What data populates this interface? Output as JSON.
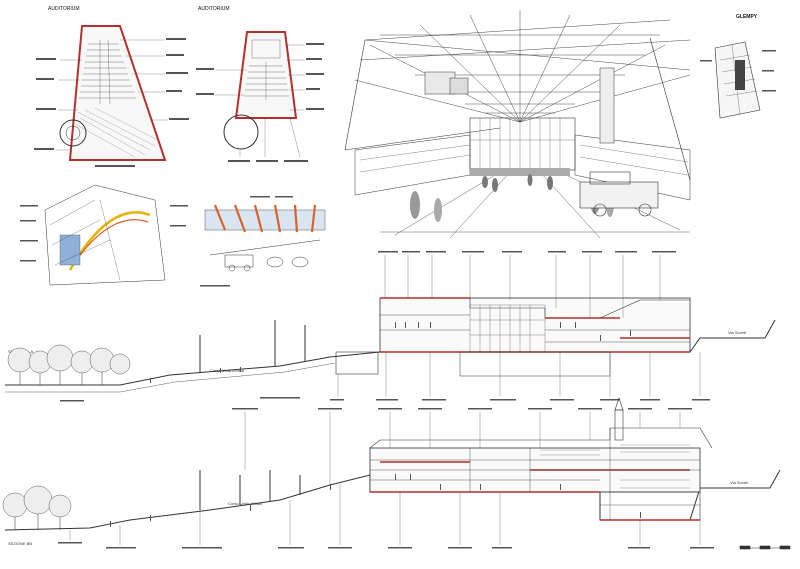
{
  "sheet": {
    "brand": "GLEMPY",
    "section_a": "SEZIONE A-A",
    "section_b": "SEZIONE BB",
    "plan_top_left_title": "AUDITORIUM",
    "plan_top_mid_title": "AUDITORIUM",
    "label_via_soveti_top": "Via Soveti",
    "label_via_soveti_bottom": "Via Soveti",
    "label_corso_top": "Corso Unità d'Italia",
    "label_corso_bottom": "Corso Unità d'Italia"
  },
  "colors": {
    "ink": "#333333",
    "accent_red": "#b5302a",
    "accent_yellow": "#e2b300",
    "accent_orange": "#d8622a",
    "accent_blue": "#4a7fbf",
    "paper": "#ffffff"
  }
}
